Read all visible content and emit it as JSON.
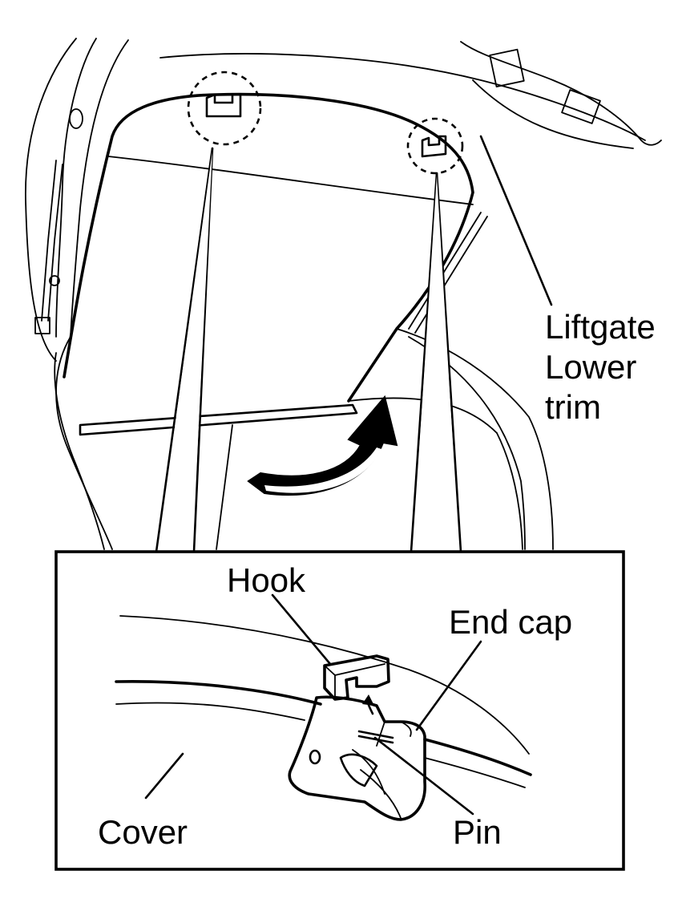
{
  "labels": {
    "liftgate_line1": "Liftgate",
    "liftgate_line2": "Lower",
    "liftgate_line3": "trim",
    "hook": "Hook",
    "end_cap": "End cap",
    "cover": "Cover",
    "pin": "Pin"
  },
  "colors": {
    "line": "#000000",
    "background": "#ffffff"
  },
  "icons": {
    "direction_arrow": "curved-arrow-icon",
    "detail_circle": "dashed-circle-icon"
  }
}
